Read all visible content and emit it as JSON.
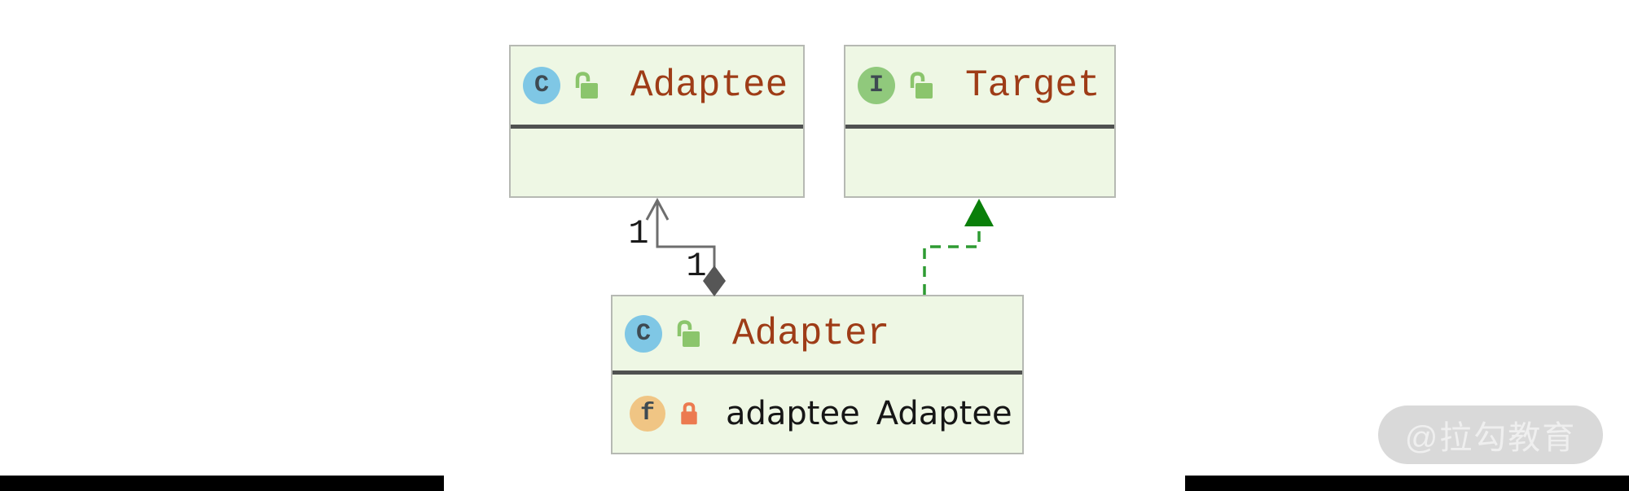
{
  "diagram": {
    "nodes": [
      {
        "name": "Adaptee",
        "kind": "class",
        "badge": "C",
        "visibility": "public",
        "members": []
      },
      {
        "name": "Target",
        "kind": "interface",
        "badge": "I",
        "visibility": "public",
        "members": []
      },
      {
        "name": "Adapter",
        "kind": "class",
        "badge": "C",
        "visibility": "public",
        "members": [
          {
            "badge": "f",
            "visibility": "private",
            "name": "adaptee",
            "type": "Adaptee"
          }
        ]
      }
    ],
    "edges": [
      {
        "type": "composition",
        "from": "Adapter",
        "to": "Adaptee",
        "target_multiplicity": "1",
        "source_multiplicity": "1"
      },
      {
        "type": "realization",
        "from": "Adapter",
        "to": "Target"
      }
    ],
    "icons": {
      "class_badge": "class-icon",
      "interface_badge": "interface-icon",
      "field_badge": "field-icon",
      "public_visibility": "unlocked-icon",
      "private_visibility": "locked-icon"
    },
    "colors": {
      "node_fill": "#eef7e4",
      "node_border": "#b6b9b3",
      "separator": "#4f5150",
      "title_text": "#9e3c17",
      "member_text": "#161616",
      "class_badge_bg": "#7fc7e5",
      "interface_badge_bg": "#90c97c",
      "field_badge_bg": "#f0c584",
      "badge_letter": "#3e4a52",
      "unlocked_icon": "#8bc56c",
      "locked_icon": "#ec7a50",
      "composition_edge": "#6e6e6e",
      "composition_diamond": "#565656",
      "realization_edge": "#2e9b32",
      "realization_head": "#0a7f0a",
      "multiplicity_text": "#1a1a1a"
    }
  },
  "watermark": {
    "text": "@拉勾教育"
  }
}
